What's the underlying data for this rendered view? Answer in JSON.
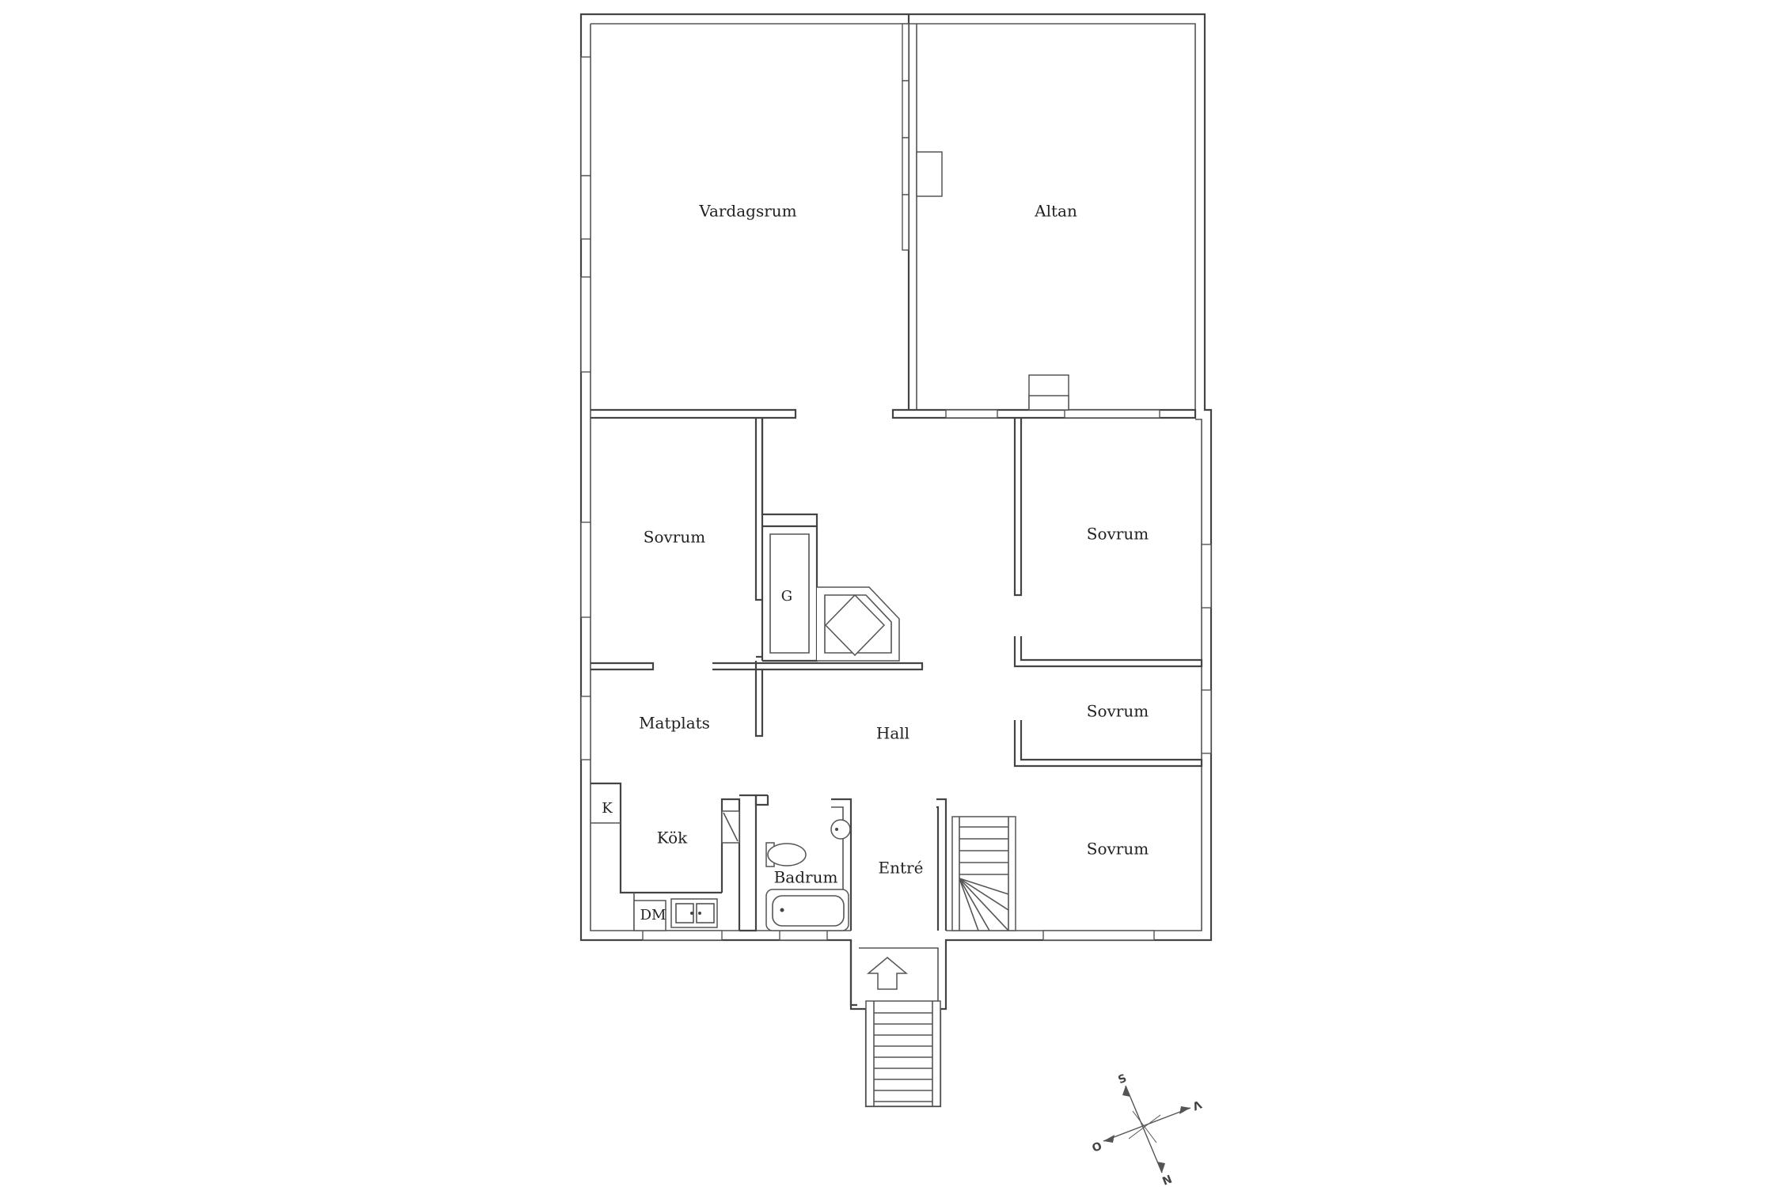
{
  "rooms": {
    "vardagsrum": "Vardagsrum",
    "altan": "Altan",
    "sovrum_left": "Sovrum",
    "sovrum_right_top": "Sovrum",
    "sovrum_right_mid": "Sovrum",
    "sovrum_right_bottom": "Sovrum",
    "g": "G",
    "matplats": "Matplats",
    "hall": "Hall",
    "kok": "Kök",
    "k": "K",
    "dm": "DM",
    "badrum": "Badrum",
    "entre": "Entré"
  },
  "compass": {
    "s": "S",
    "v": "V",
    "o": "O",
    "n": "N"
  }
}
